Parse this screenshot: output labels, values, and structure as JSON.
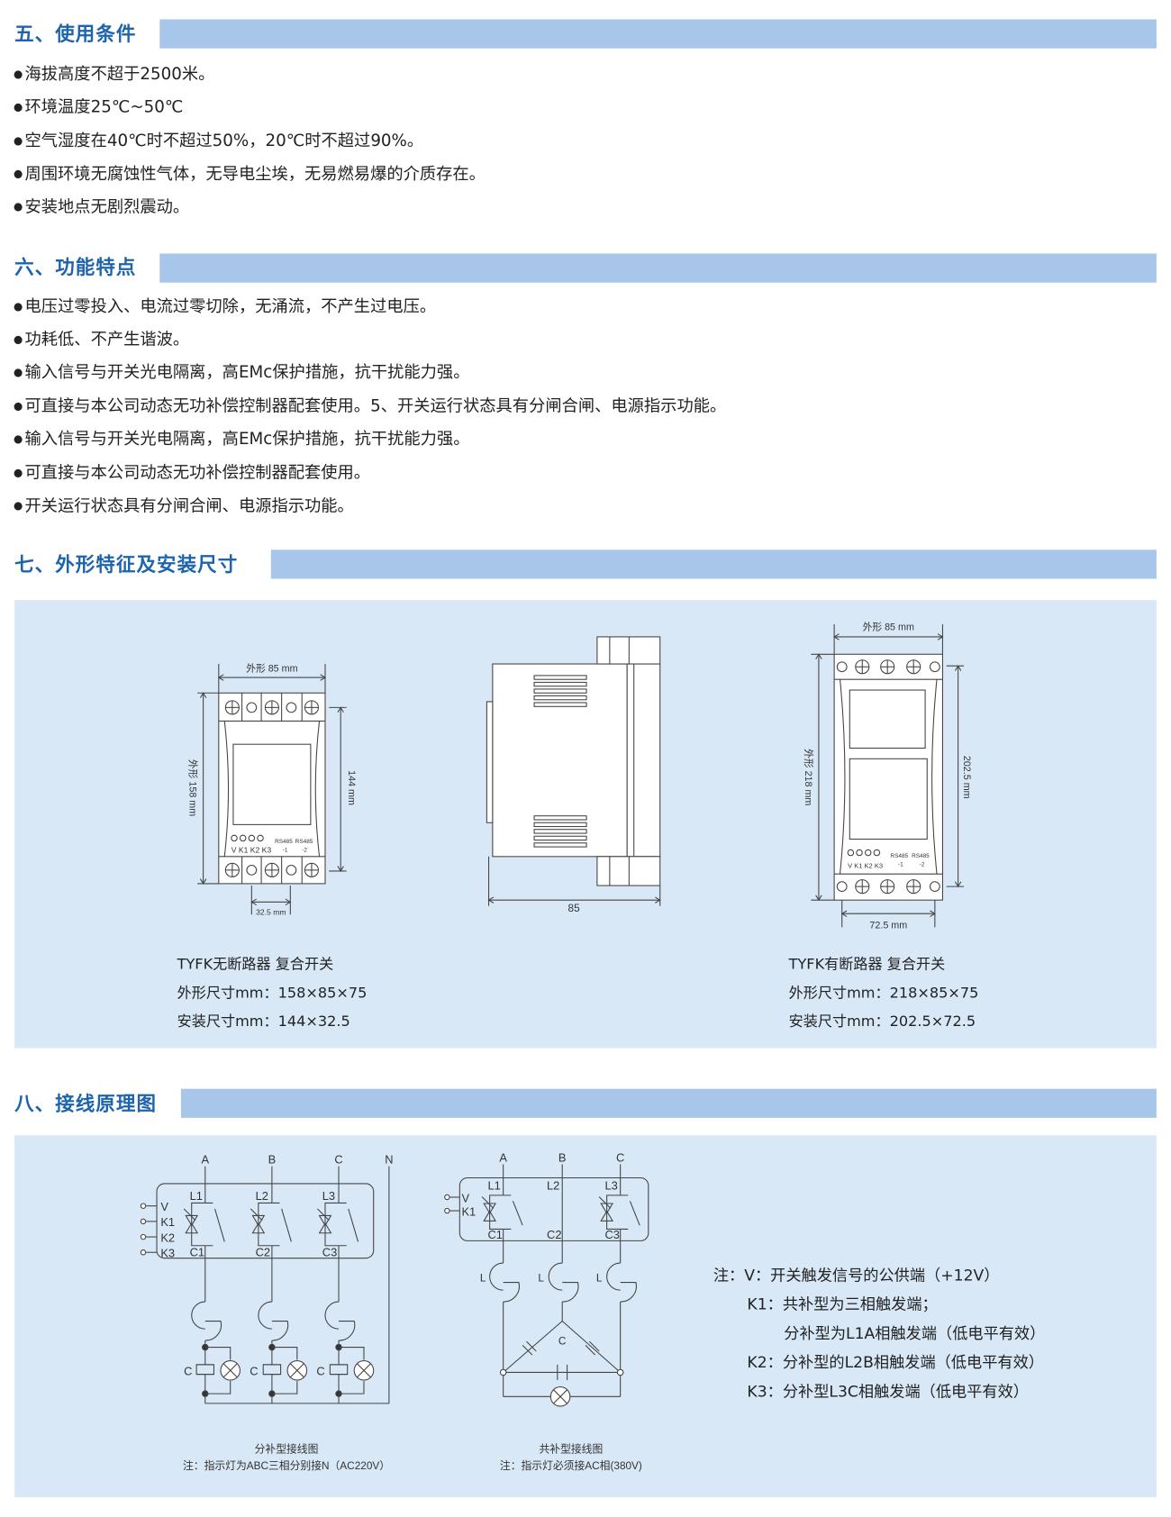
{
  "colors": {
    "header_bar": "#a8c6ea",
    "header_text": "#1d64ad",
    "panel_bg": "#d9e8f7"
  },
  "sections": [
    {
      "title": "五、使用条件",
      "items": [
        "海拔高度不超于2500米。",
        "环境温度25℃~50℃",
        "空气湿度在40℃时不超过50%，20℃时不超过90%。",
        "周围环境无腐蚀性气体，无导电尘埃，无易燃易爆的介质存在。",
        "安装地点无剧烈震动。"
      ]
    },
    {
      "title": "六、功能特点",
      "items": [
        "电压过零投入、电流过零切除，无涌流，不产生过电压。",
        "功耗低、不产生谐波。",
        "输入信号与开关光电隔离，高EMc保护措施，抗干扰能力强。",
        "可直接与本公司动态无功补偿控制器配套使用。5、开关运行状态具有分闸合闸、电源指示功能。",
        "输入信号与开关光电隔离，高EMc保护措施，抗干扰能力强。",
        "可直接与本公司动态无功补偿控制器配套使用。",
        "开关运行状态具有分闸合闸、电源指示功能。"
      ]
    },
    {
      "title": "七、外形特征及安装尺寸"
    },
    {
      "title": "八、接线原理图"
    }
  ],
  "dimensions": {
    "left": {
      "width_label": "外形 85 mm",
      "height_label": "外形 158 mm",
      "mount_h_label": "144 mm",
      "mount_w_label": "32.5 mm",
      "leds": "V  K1 K2 K3",
      "rs485a": "RS485",
      "rs485b": "RS485",
      "rs_a": "-1",
      "rs_b": "-2",
      "name": "TYFK无断路器 复合开关",
      "outline": "外形尺寸mm：158×85×75",
      "mount": "安装尺寸mm：144×32.5"
    },
    "side": {
      "depth_label": "85"
    },
    "right": {
      "width_label": "外形 85 mm",
      "height_label": "外形 218 mm",
      "mount_h_label": "202.5 mm",
      "mount_w_label": "72.5 mm",
      "leds": "V  K1 K2 K3",
      "rs485a": "RS485",
      "rs485b": "RS485",
      "rs_a": "-1",
      "rs_b": "-2",
      "name": "TYFK有断路器 复合开关",
      "outline": "外形尺寸mm：218×85×75",
      "mount": "安装尺寸mm：202.5×72.5"
    }
  },
  "wiring": {
    "split": {
      "phases": [
        "A",
        "B",
        "C",
        "N"
      ],
      "inputs": [
        "V",
        "K1",
        "K2",
        "K3"
      ],
      "l_labels": [
        "L1",
        "L2",
        "L3"
      ],
      "c_labels": [
        "C1",
        "C2",
        "C3"
      ],
      "cap_label": "C",
      "title": "分补型接线图",
      "note": "注：指示灯为ABC三相分别接N（AC220V）"
    },
    "common": {
      "phases": [
        "A",
        "B",
        "C"
      ],
      "inputs": [
        "V",
        "K1"
      ],
      "l_labels": [
        "L1",
        "L2",
        "L3"
      ],
      "c_labels": [
        "C1",
        "C2",
        "C3"
      ],
      "inductor_label": "L",
      "cap_label": "C",
      "title": "共补型接线图",
      "note": "注：指示灯必须接AC相(380V)"
    },
    "notes": [
      "注：V：开关触发信号的公供端（+12V）",
      "K1：共补型为三相触发端；",
      "分补型为L1A相触发端（低电平有效）",
      "K2：分补型的L2B相触发端（低电平有效）",
      "K3：分补型L3C相触发端（低电平有效）"
    ]
  }
}
